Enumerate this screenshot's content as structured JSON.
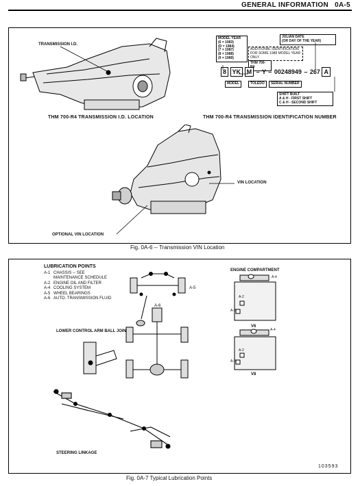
{
  "header": {
    "title": "GENERAL INFORMATION",
    "page": "0A-5"
  },
  "figure6": {
    "left_label": "TRANSMISSION I.D.",
    "left_caption": "THM 700-R4  TRANSMISSION I.D. LOCATION",
    "right_caption": "THM 700-R4  TRANSMISSION IDENTIFICATION NUMBER",
    "model_year_box": [
      "MODEL YEAR",
      "(6 = 1983)",
      "(D = 1984)",
      "(7 = 1987)",
      "(8 = 1988)",
      "(9 = 1989)"
    ],
    "julian_box": [
      "JULIAN DATE",
      "(OR DAY OF THE YEAR)"
    ],
    "additional_box": [
      "ADDITIONAL IDENTIFICATION",
      "FOR SOME 1988 MODEL YEAR",
      "ONLY"
    ],
    "thm_label": "THM 700-R4",
    "id_number": {
      "year": "8",
      "model": "YK",
      "plant": "M",
      "dash1": "Y",
      "serial": "00248949",
      "julian": "267",
      "shift": "A"
    },
    "model_label": "MODEL",
    "toledo_label": "TOLEDO",
    "serial_label": "SERIAL NUMBER",
    "shift_box": [
      "SHIFT BUILT",
      "A & H - FIRST SHIFT",
      "C & H - SECOND SHIFT"
    ],
    "vin_location": "VIN LOCATION",
    "optional_vin": "OPTIONAL VIN LOCATION",
    "caption": "Fig. 0A-6 -- Transmission VIN Location"
  },
  "figure7": {
    "title": "LUBRICATION POINTS",
    "points": [
      {
        "code": "A-1",
        "text": "CHASSIS -- SEE"
      },
      {
        "code": "",
        "text": "MAINTENANCE SCHEDULE"
      },
      {
        "code": "A-2",
        "text": "ENGINE OIL AND FILTER"
      },
      {
        "code": "A-4",
        "text": "COOLING SYSTEM"
      },
      {
        "code": "A-5",
        "text": "WHEEL BEARINGS"
      },
      {
        "code": "A-6",
        "text": "AUTO. TRANSMISSION FLUID"
      }
    ],
    "a5_label": "A-5",
    "a6_label": "A-6",
    "lower_control": "LOWER CONTROL ARM BALL JOINTS",
    "engine_compartment": "ENGINE COMPARTMENT",
    "v6": {
      "a4": "A-4",
      "a2a": "A-2",
      "a2b": "A-2",
      "label": "V6"
    },
    "v8": {
      "a4": "A-4",
      "a2a": "A-2",
      "a2b": "A-2",
      "label": "V8"
    },
    "steering": "STEERING LINKAGE",
    "code_number": "103593",
    "caption": "Fig. 0A-7 Typical Lubrication Points"
  }
}
